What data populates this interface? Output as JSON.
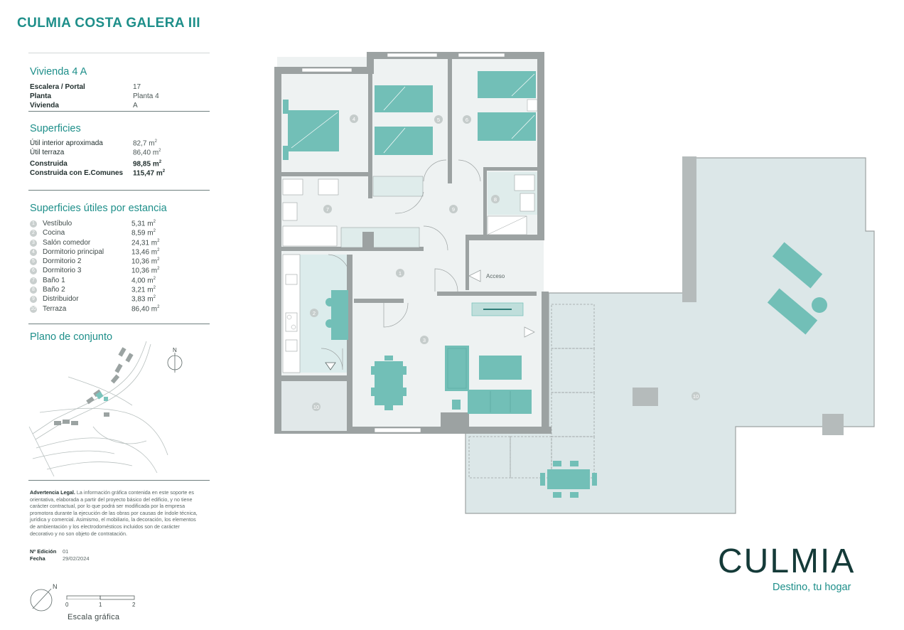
{
  "header": {
    "project_title": "CULMIA COSTA GALERA III"
  },
  "unit": {
    "title": "Vivienda 4 A",
    "details": [
      {
        "label": "Escalera / Portal",
        "value": "17"
      },
      {
        "label": "Planta",
        "value": "Planta 4"
      },
      {
        "label": "Vivienda",
        "value": "A"
      }
    ]
  },
  "surfaces": {
    "title": "Superficies",
    "rows": [
      {
        "label": "Útil interior aproximada",
        "value": "82,7",
        "unit": "m",
        "exp": "2"
      },
      {
        "label": "Útil terraza",
        "value": "86,40",
        "unit": "m",
        "exp": "2"
      },
      {
        "label": "Construida",
        "value": "98,85",
        "unit": "m",
        "exp": "2"
      },
      {
        "label": "Construida con E.Comunes",
        "value": "115,47",
        "unit": "m",
        "exp": "2"
      }
    ]
  },
  "rooms": {
    "title": "Superficies útiles por estancia",
    "items": [
      {
        "num": "1",
        "name": "Vestíbulo",
        "area": "5,31 m",
        "exp": "2"
      },
      {
        "num": "2",
        "name": "Cocina",
        "area": "8,59 m",
        "exp": "2"
      },
      {
        "num": "3",
        "name": "Salón comedor",
        "area": "24,31 m",
        "exp": "2"
      },
      {
        "num": "4",
        "name": "Dormitorio principal",
        "area": "13,46 m",
        "exp": "2"
      },
      {
        "num": "5",
        "name": "Dormitorio 2",
        "area": "10,36 m",
        "exp": "2"
      },
      {
        "num": "6",
        "name": "Dormitorio 3",
        "area": "10,36 m",
        "exp": "2"
      },
      {
        "num": "7",
        "name": "Baño 1",
        "area": "4,00 m",
        "exp": "2"
      },
      {
        "num": "8",
        "name": "Baño 2",
        "area": "3,21 m",
        "exp": "2"
      },
      {
        "num": "9",
        "name": "Distribuidor",
        "area": "3,83 m",
        "exp": "2"
      },
      {
        "num": "10",
        "name": "Terraza",
        "area": "86,40 m",
        "exp": "2"
      }
    ]
  },
  "site_plan": {
    "title": "Plano de conjunto",
    "north_label": "N"
  },
  "legal": {
    "title": "Advertencia Legal.",
    "text": "La información gráfica contenida en este soporte es orientativa, elaborada a partir del proyecto básico del edificio, y no tiene carácter contractual, por lo que podrá ser modificada por la empresa promotora durante la ejecución de las obras por causas de índole técnica, jurídica y comercial. Asimismo, el mobiliario, la decoración, los elementos de ambientación y los electrodomésticos incluidos son de carácter decorativo y no son objeto de contratación."
  },
  "edition": {
    "rows": [
      {
        "label": "Nº Edición",
        "value": "01"
      },
      {
        "label": "Fecha",
        "value": "29/02/2024"
      }
    ]
  },
  "scale": {
    "caption": "Escala gráfica",
    "ticks": [
      "0",
      "1",
      "2"
    ],
    "north_label": "N"
  },
  "floor_plan": {
    "room_markers": [
      "1",
      "2",
      "3",
      "4",
      "5",
      "6",
      "7",
      "8",
      "9",
      "10",
      "10"
    ],
    "access_label": "Acceso"
  },
  "brand": {
    "logo": "CULMIA",
    "slogan": "Destino, tu hogar"
  },
  "colors": {
    "teal": "#1e8f8a",
    "furniture": "#72bfb7",
    "terrace": "#dce7e8",
    "wall": "#9ca2a2",
    "dark_brand": "#143a38"
  }
}
